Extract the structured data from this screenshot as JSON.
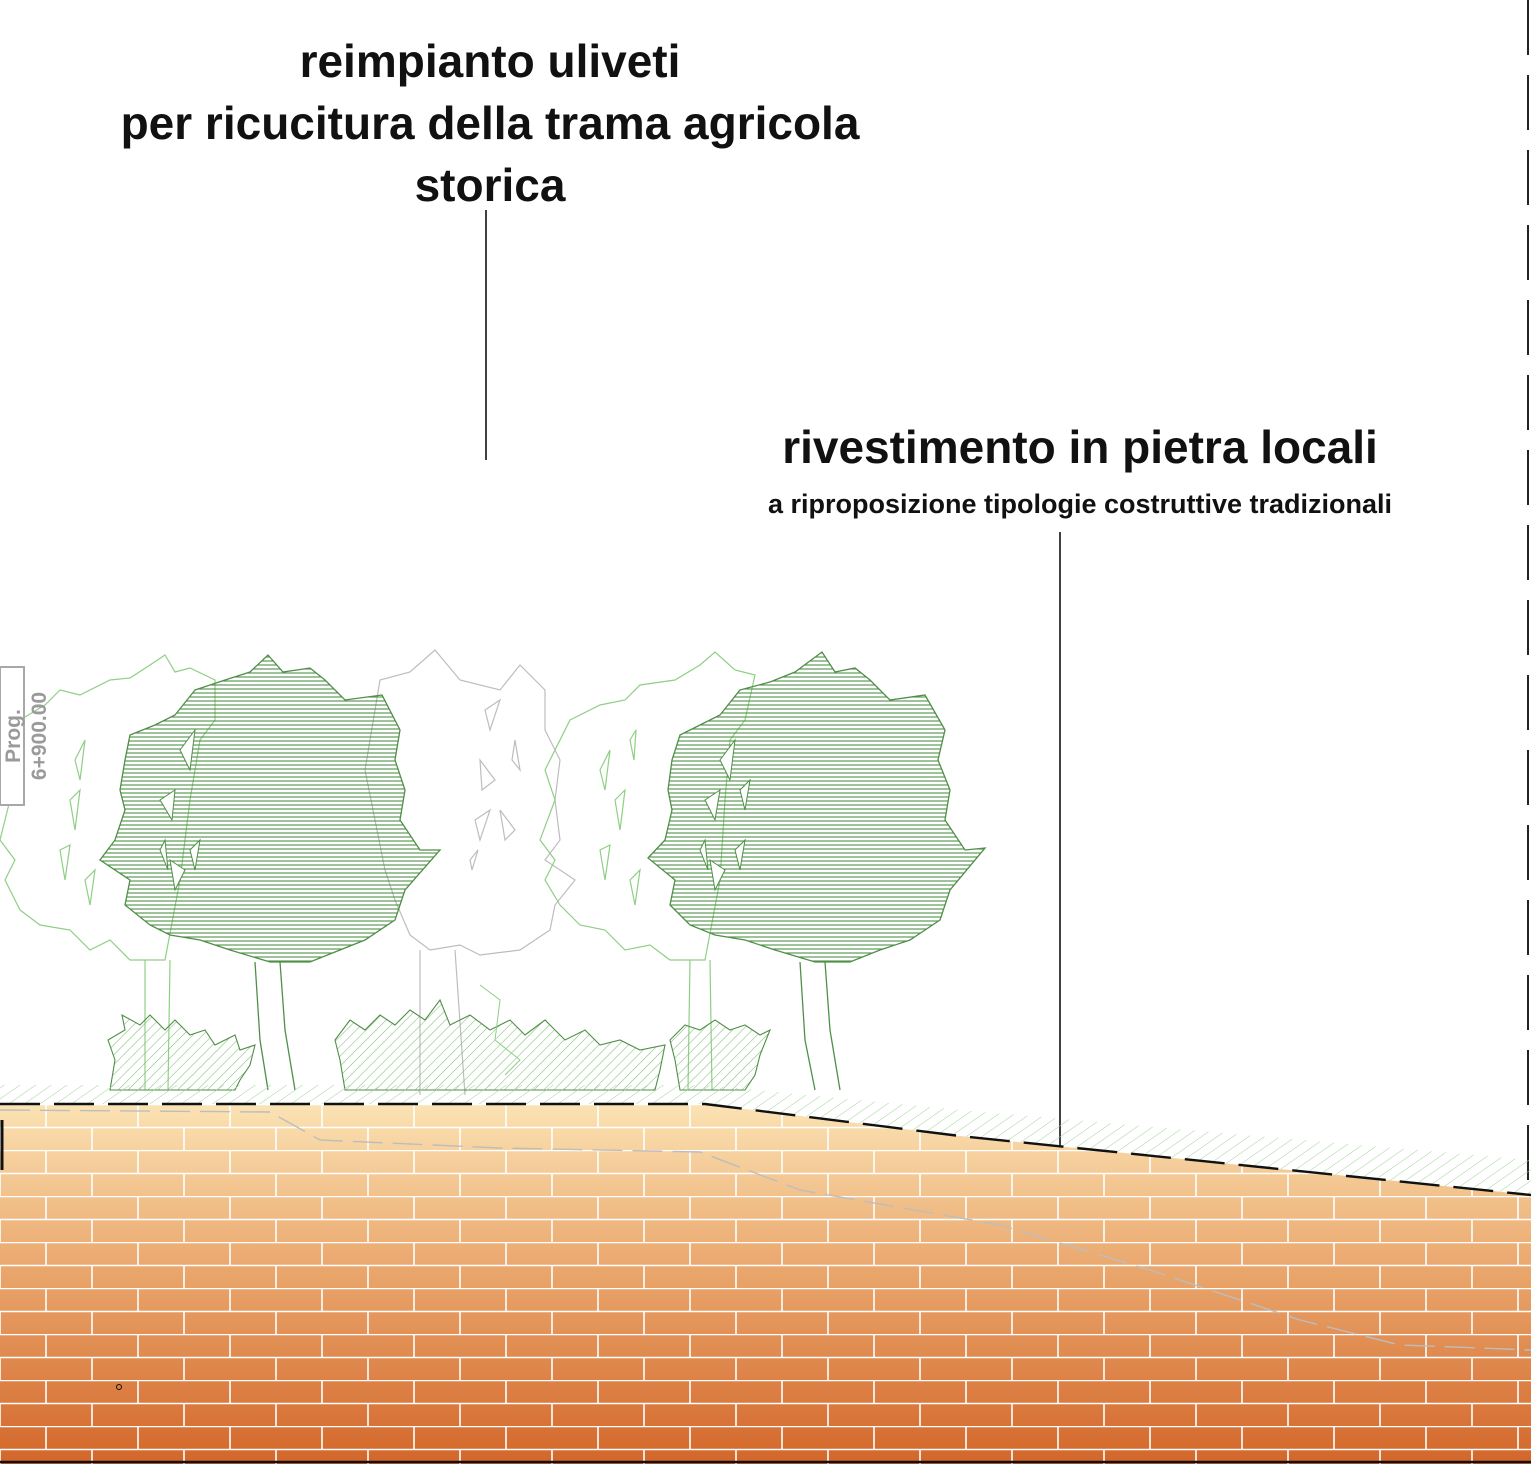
{
  "labels": {
    "olive_title_line1": "reimpianto uliveti",
    "olive_title_line2": "per ricucitura della trama agricola",
    "olive_title_line3": "storica",
    "stone_title": "rivestimento in pietra locali",
    "stone_subtitle": "a riproposizione tipologie costruttive tradizionali",
    "station": "Prog. 6+900.00"
  },
  "colors": {
    "wall_top": "#fbe3b4",
    "wall_bottom": "#d3662a",
    "mortar": "#ffffff",
    "tree_hatch": "#4f8f47",
    "tree_outline": "#8fcf85",
    "ground_hatch": "#9dd496",
    "line": "#111111"
  }
}
